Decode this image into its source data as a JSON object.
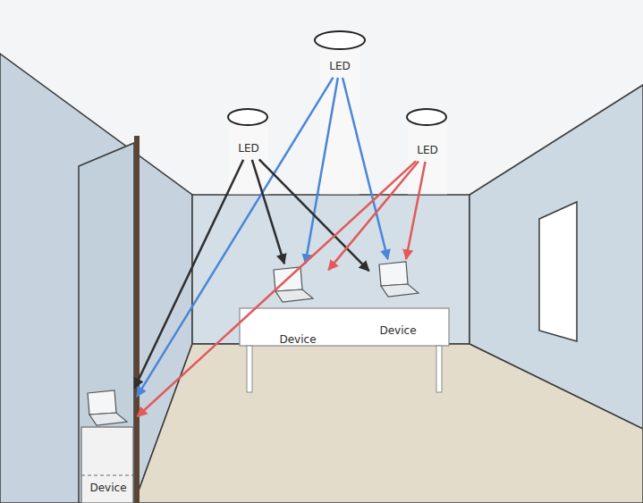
{
  "diagram": {
    "nodes": [
      {
        "text": [
          "LED"
        ]
      },
      {
        "text": [
          "LED"
        ]
      },
      {
        "text": [
          "LED"
        ]
      },
      {
        "text": [
          "Device"
        ]
      },
      {
        "text": [
          "Device"
        ]
      },
      {
        "text": [
          "Device"
        ]
      }
    ],
    "edges": [
      {
        "from": 0,
        "to": 3,
        "arrow": "to"
      },
      {
        "from": 0,
        "to": 4,
        "arrow": "to"
      },
      {
        "from": 0,
        "to": 5,
        "arrow": "to"
      },
      {
        "from": 1,
        "to": 3,
        "arrow": "to"
      },
      {
        "from": 1,
        "to": 4,
        "arrow": "to"
      },
      {
        "from": 1,
        "to": 5,
        "arrow": "to"
      },
      {
        "from": 2,
        "to": 3,
        "arrow": "to"
      },
      {
        "from": 2,
        "to": 4,
        "arrow": "to"
      },
      {
        "from": 2,
        "to": 5,
        "arrow": "to"
      }
    ]
  }
}
